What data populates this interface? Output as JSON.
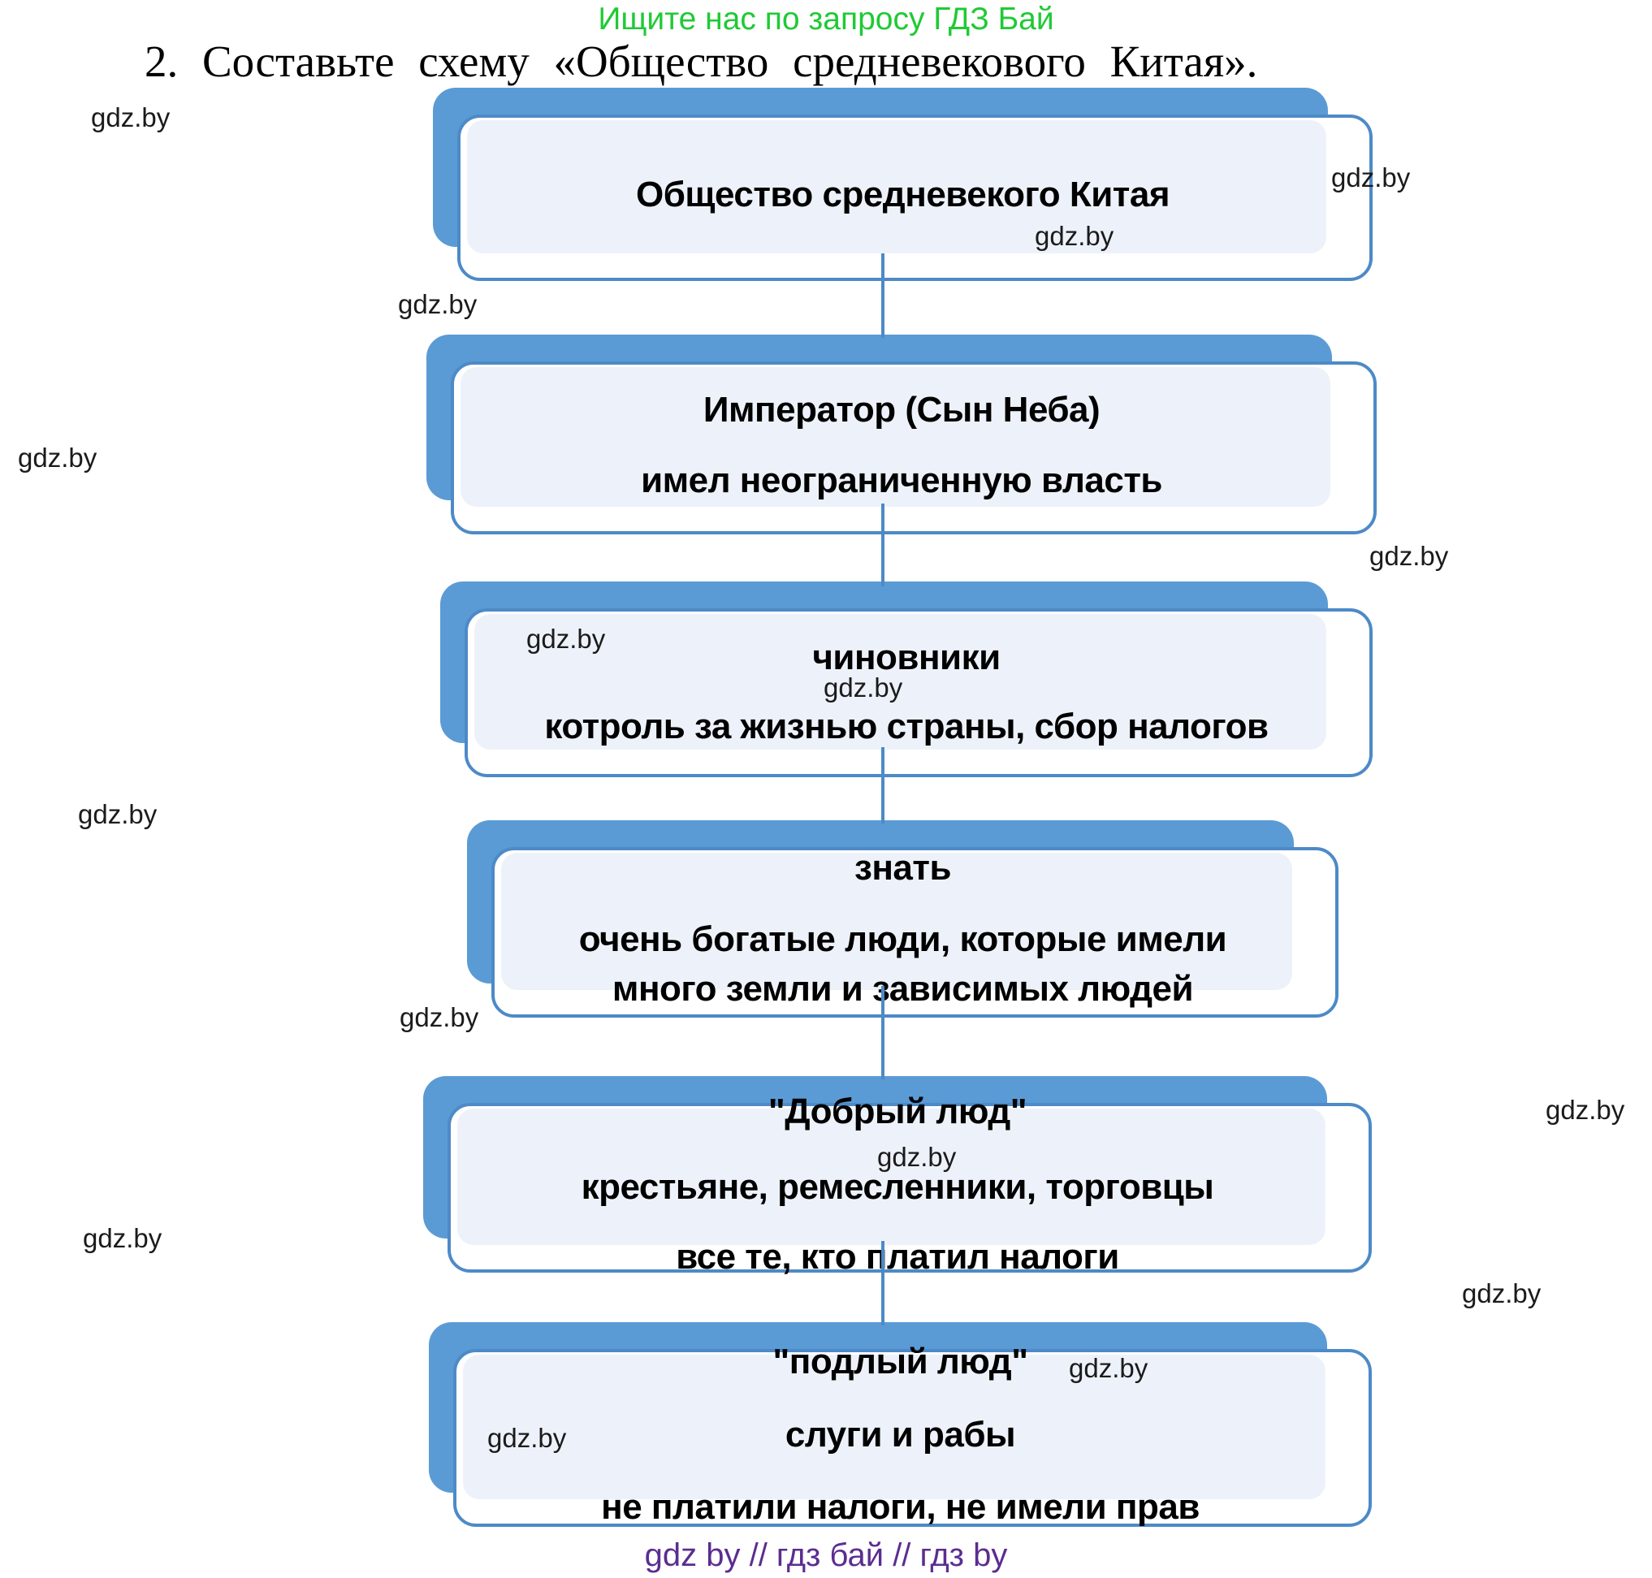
{
  "page": {
    "promo_banner": "Ищите нас по запросу ГДЗ Бай",
    "task_title": "2. Составьте схему «Общество средневекового Китая».",
    "watermark": "gdz.by",
    "footer": "gdz by  //  гдз бай  //  гдз by"
  },
  "diagram": {
    "title": "Общество средневекового Китая",
    "boxes": [
      {
        "name": "society",
        "lines": [
          "Общество средневекого Китая"
        ]
      },
      {
        "name": "emperor",
        "lines": [
          "Император (Сын Неба)",
          "имел неограниченную власть"
        ]
      },
      {
        "name": "officials",
        "lines": [
          "чиновники",
          "котроль за жизнью страны, сбор налогов"
        ]
      },
      {
        "name": "nobility",
        "lines": [
          "знать",
          "очень богатые люди, которые имели",
          "много земли и зависимых людей"
        ]
      },
      {
        "name": "good-folk",
        "lines": [
          "\"Добрый люд\"",
          "крестьяне, ремесленники, торговцы",
          "все те, кто платил налоги"
        ]
      },
      {
        "name": "mean-folk",
        "lines": [
          "\"подлый люд\"",
          "слуги и рабы",
          "не платили налоги, не имели прав"
        ]
      }
    ],
    "colors": {
      "shape_blue": "#5b9bd5",
      "border_blue": "#4d8ac7",
      "fill_light": "#edf2fa",
      "promo_green": "#1fca34",
      "footer_purple": "#5b2d90",
      "text_black": "#000000",
      "watermark_gray": "#1b1b1b"
    }
  }
}
